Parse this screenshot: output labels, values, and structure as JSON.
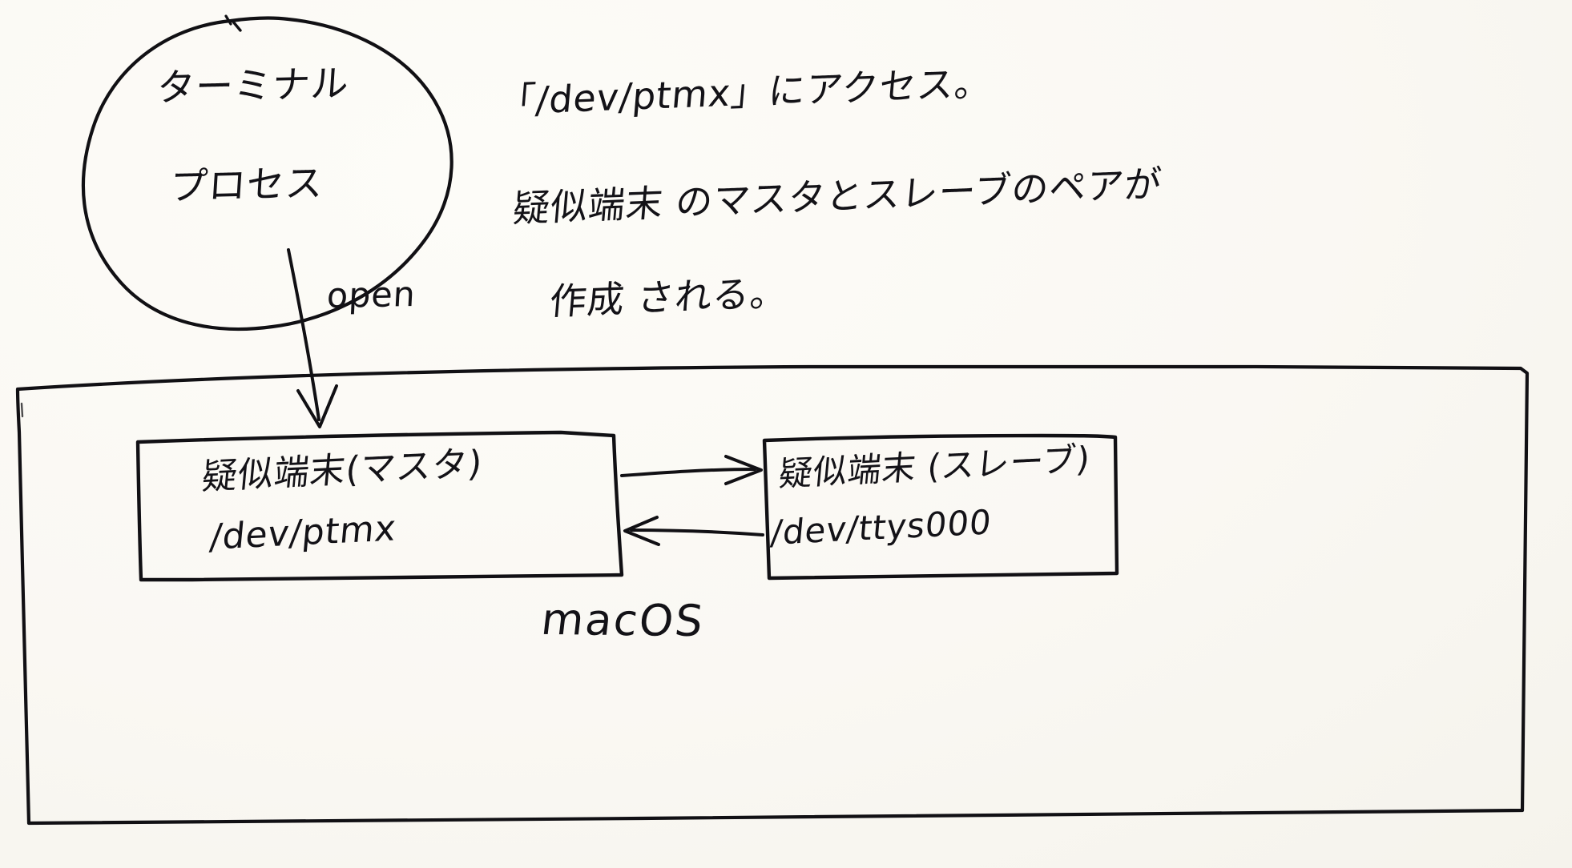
{
  "diagram": {
    "title": "macOS pseudo-terminal (PTY) hand-drawn diagram",
    "medium": "hand-drawn ink sketch on off-white paper",
    "ink_color": "#111014",
    "paper_color": "#faf8f3"
  },
  "process_node": {
    "shape": "ellipse",
    "line_1": "ターミナル",
    "line_2": "プロセス"
  },
  "edges": {
    "open_label": "open",
    "open_from": "ターミナルプロセス",
    "open_to": "疑似端末(マスタ)",
    "master_to_slave": "",
    "slave_to_master": ""
  },
  "annotation": {
    "line_1": "「/dev/ptmx」にアクセス。",
    "line_2": "疑似端末 のマスタとスレーブのペアが",
    "line_3": "作成 される。"
  },
  "os_container": {
    "label": "macOS"
  },
  "master_node": {
    "line_1": "疑似端末(マスタ)",
    "line_2": "/dev/ptmx"
  },
  "slave_node": {
    "line_1": "疑似端末 (スレーブ)",
    "line_2": "/dev/ttys000"
  },
  "icons": {
    "arrow_open": "arrow-down-icon",
    "arrow_to_slave": "arrow-right-icon",
    "arrow_to_master": "arrow-left-icon",
    "self_loop": "arrow-loop-icon"
  }
}
